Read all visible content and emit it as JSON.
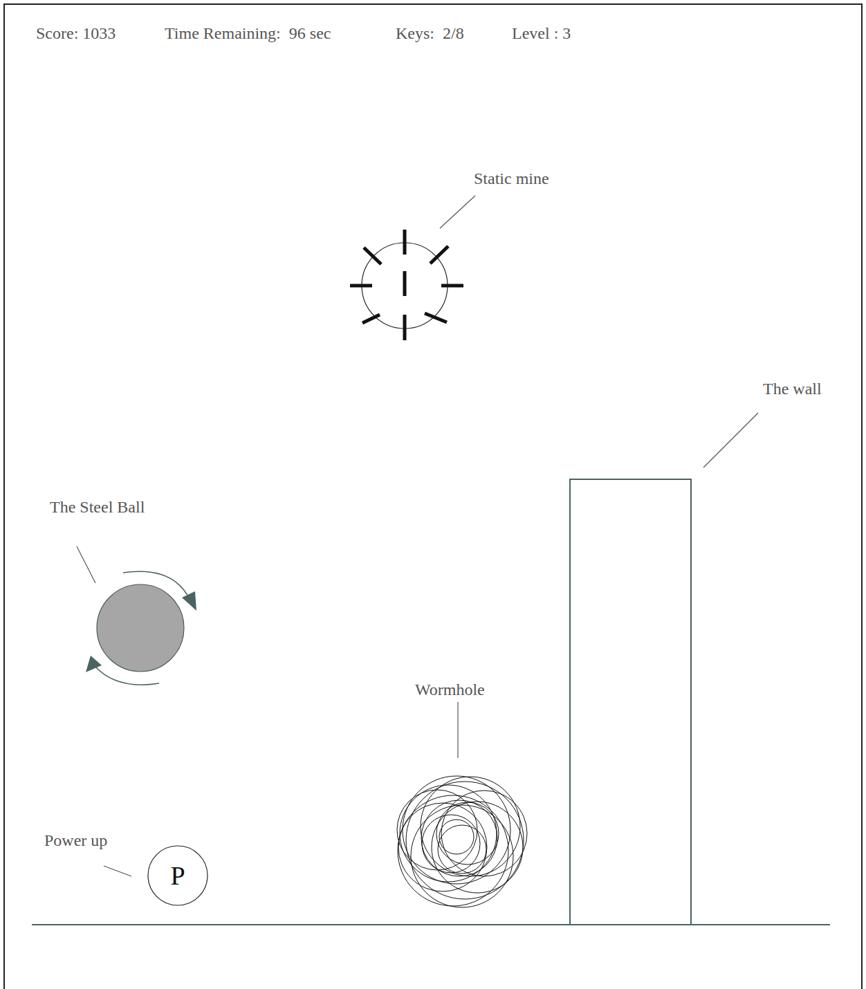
{
  "diagram": {
    "nodes": [
      {
        "text": [
          "P"
        ]
      }
    ],
    "labels": [
      "Score: 1033",
      "Time Remaining:  96 sec",
      "Keys:  2/8",
      "Level : 3",
      "Static mine",
      "The wall",
      "The Steel Ball",
      "Wormhole",
      "Power up"
    ]
  }
}
